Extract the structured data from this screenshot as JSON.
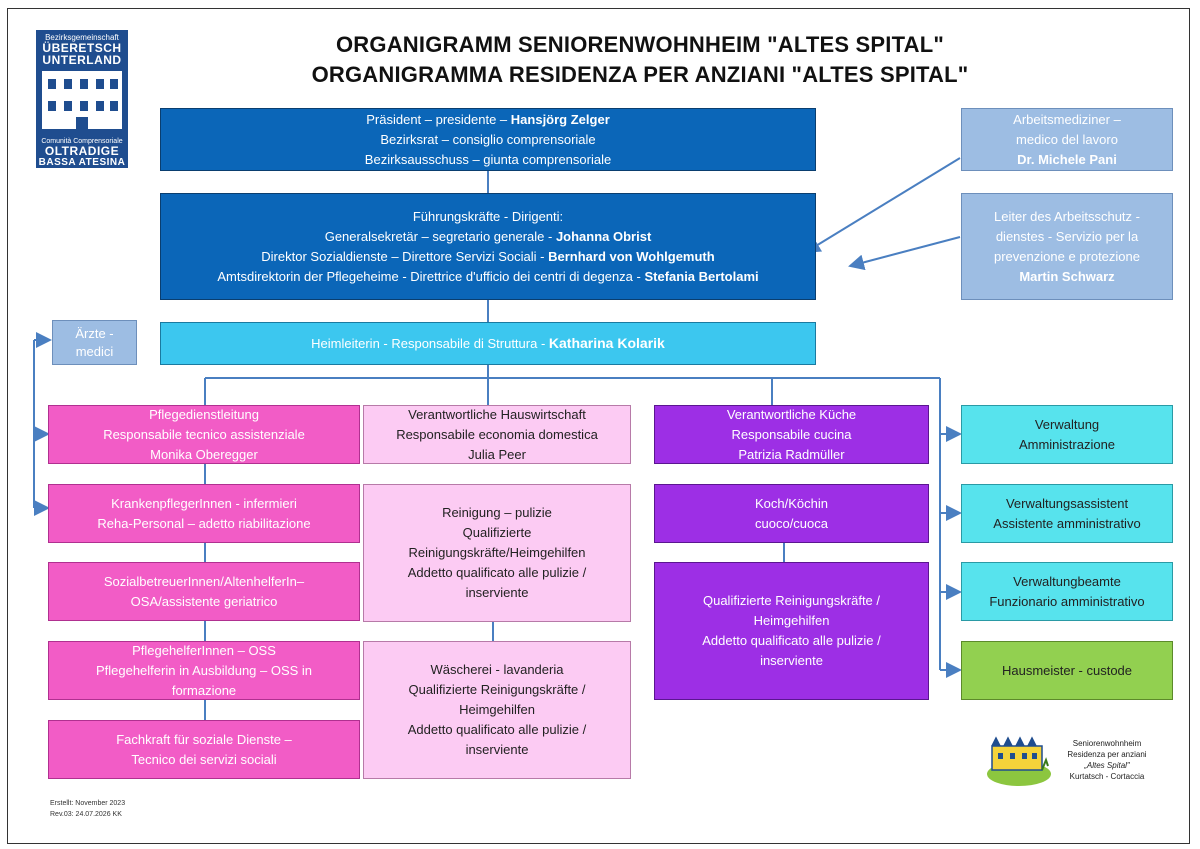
{
  "title": {
    "line1": "ORGANIGRAMM SENIORENWOHNHEIM \"ALTES SPITAL\"",
    "line2": "ORGANIGRAMMA RESIDENZA PER ANZIANI \"ALTES SPITAL\""
  },
  "logo": {
    "top_small": "Bezirksgemeinschaft",
    "top_line1": "ÜBERETSCH",
    "top_line2": "UNTERLAND",
    "bottom_small": "Comunità Comprensoriale",
    "bottom_line1": "OLTRADIGE",
    "bottom_line2": "BASSA ATESINA"
  },
  "president": {
    "line1_prefix": "Präsident – presidente – ",
    "line1_name": "Hansjörg Zelger",
    "line2": "Bezirksrat – consiglio comprensoriale",
    "line3": "Bezirksausschuss – giunta comprensoriale"
  },
  "executives": {
    "heading": "Führungskräfte - Dirigenti:",
    "line1_prefix": "Generalsekretär – segretario generale - ",
    "line1_name": "Johanna Obrist",
    "line2_prefix": "Direktor Sozialdienste – Direttore Servizi Sociali - ",
    "line2_name": "Bernhard von Wohlgemuth",
    "line3_prefix": "Amtsdirektorin der Pflegeheime - Direttrice d'ufficio dei centri di degenza - ",
    "line3_name": "Stefania Bertolami"
  },
  "occupational_doctor": {
    "line1": "Arbeitsmediziner –",
    "line2": "medico del lavoro",
    "name": "Dr. Michele Pani"
  },
  "safety_head": {
    "line1": "Leiter des Arbeitsschutz -",
    "line2": "dienstes - Servizio per la",
    "line3": "prevenzione e protezione",
    "name": "Martin Schwarz"
  },
  "doctors": {
    "line1": "Ärzte -",
    "line2": "medici"
  },
  "home_manager": {
    "prefix": "Heimleiterin - Responsabile di Struttura - ",
    "name": "Katharina Kolarik"
  },
  "nursing_column": [
    {
      "lines": [
        "Pflegedienstleitung",
        "Responsabile tecnico assistenziale",
        "Monika Oberegger"
      ]
    },
    {
      "lines": [
        "KrankenpflegerInnen - infermieri",
        "Reha-Personal – adetto riabilitazione"
      ]
    },
    {
      "lines": [
        "SozialbetreuerInnen/AltenhelferIn–",
        "OSA/assistente geriatrico"
      ]
    },
    {
      "lines": [
        "PflegehelferInnen – OSS",
        "Pflegehelferin in Ausbildung – OSS in",
        "formazione"
      ]
    },
    {
      "lines": [
        "Fachkraft für soziale Dienste –",
        "Tecnico dei servizi sociali"
      ]
    }
  ],
  "housekeeping_column": [
    {
      "lines": [
        "Verantwortliche  Hauswirtschaft",
        "Responsabile economia domestica",
        "Julia Peer"
      ]
    },
    {
      "lines": [
        "Reinigung – pulizie",
        "Qualifizierte",
        "Reinigungskräfte/Heimgehilfen",
        "Addetto qualificato alle pulizie /",
        "inserviente"
      ]
    },
    {
      "lines": [
        "Wäscherei - lavanderia",
        "Qualifizierte  Reinigungskräfte /",
        "Heimgehilfen",
        "Addetto qualificato alle pulizie /",
        "inserviente"
      ]
    }
  ],
  "kitchen_column": [
    {
      "lines": [
        "Verantwortliche Küche",
        "Responsabile cucina",
        "Patrizia Radmüller"
      ]
    },
    {
      "lines": [
        "Koch/Köchin",
        "cuoco/cuoca"
      ]
    },
    {
      "lines": [
        "Qualifizierte  Reinigungskräfte /",
        "Heimgehilfen",
        "Addetto qualificato alle pulizie /",
        "inserviente"
      ]
    }
  ],
  "admin_column": [
    {
      "lines": [
        "Verwaltung",
        "Amministrazione"
      ]
    },
    {
      "lines": [
        "Verwaltungsassistent",
        "Assistente amministrativo"
      ]
    },
    {
      "lines": [
        "Verwaltungbeamte",
        "Funzionario amministrativo"
      ]
    },
    {
      "lines": [
        "Hausmeister - custode"
      ]
    }
  ],
  "brand": {
    "line1": "Seniorenwohnheim",
    "line2": "Residenza per anziani",
    "line3": "„Altes Spital\"",
    "line4": "Kurtatsch - Cortaccia"
  },
  "footer": {
    "created": "Erstellt: November 2023",
    "revision": "Rev.03: 24.07.2026 KK"
  },
  "colors": {
    "dark_blue": "#0b66b8",
    "cyan": "#3cc7ef",
    "light_blue": "#9dbde3",
    "pink": "#f25cc6",
    "light_pink": "#fccbf3",
    "purple": "#9d2fe5",
    "teal": "#57e3ed",
    "green": "#92d050",
    "connector": "#4a7fc1"
  }
}
